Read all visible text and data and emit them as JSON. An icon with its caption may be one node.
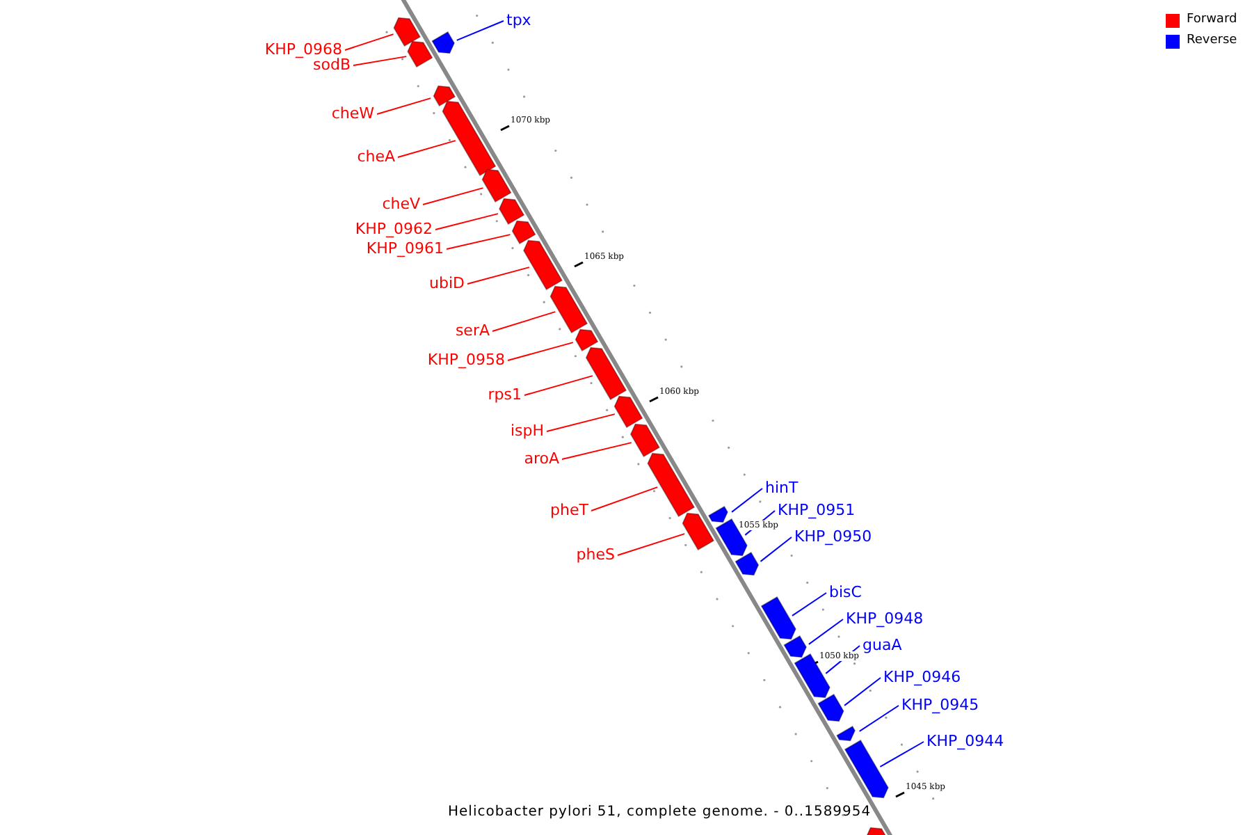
{
  "diagram": {
    "caption": "Helicobacter pylori 51, complete genome. - 0..1589954",
    "nodes": [
      {
        "text": [
          "KHP_0968"
        ]
      },
      {
        "text": [],
        "shape": "bar"
      },
      {
        "text": [
          "sodB"
        ]
      },
      {
        "text": [],
        "shape": "bar"
      },
      {
        "text": [
          "tpx"
        ]
      },
      {
        "text": [],
        "shape": "bar"
      },
      {
        "text": [
          "cheW"
        ]
      },
      {
        "text": [],
        "shape": "bar"
      },
      {
        "text": [
          "cheA"
        ]
      },
      {
        "text": [],
        "shape": "bar"
      },
      {
        "text": [
          "cheV"
        ]
      },
      {
        "text": [],
        "shape": "bar"
      },
      {
        "text": [
          "KHP_0962"
        ]
      },
      {
        "text": [],
        "shape": "bar"
      },
      {
        "text": [
          "KHP_0961"
        ]
      },
      {
        "text": [],
        "shape": "bar"
      },
      {
        "text": [
          "ubiD"
        ]
      },
      {
        "text": [],
        "shape": "bar"
      },
      {
        "text": [
          "serA"
        ]
      },
      {
        "text": [],
        "shape": "bar"
      },
      {
        "text": [
          "KHP_0958"
        ]
      },
      {
        "text": [],
        "shape": "bar"
      },
      {
        "text": [
          "rps1"
        ]
      },
      {
        "text": [],
        "shape": "bar"
      },
      {
        "text": [
          "ispH"
        ]
      },
      {
        "text": [],
        "shape": "bar"
      },
      {
        "text": [
          "aroA"
        ]
      },
      {
        "text": [],
        "shape": "bar"
      },
      {
        "text": [
          "pheT"
        ]
      },
      {
        "text": [],
        "shape": "bar"
      },
      {
        "text": [
          "pheS"
        ]
      },
      {
        "text": [],
        "shape": "bar"
      },
      {
        "text": [
          "hinT"
        ]
      },
      {
        "text": [],
        "shape": "bar"
      },
      {
        "text": [
          "KHP_0951"
        ]
      },
      {
        "text": [],
        "shape": "bar"
      },
      {
        "text": [
          "KHP_0950"
        ]
      },
      {
        "text": [],
        "shape": "bar"
      },
      {
        "text": [
          "bisC"
        ]
      },
      {
        "text": [],
        "shape": "bar"
      },
      {
        "text": [
          "KHP_0948"
        ]
      },
      {
        "text": [],
        "shape": "bar"
      },
      {
        "text": [
          "guaA"
        ]
      },
      {
        "text": [],
        "shape": "bar"
      },
      {
        "text": [
          "KHP_0946"
        ]
      },
      {
        "text": [],
        "shape": "bar"
      },
      {
        "text": [
          "KHP_0945"
        ]
      },
      {
        "text": [],
        "shape": "bar"
      },
      {
        "text": [
          "KHP_0944"
        ]
      },
      {
        "text": [],
        "shape": "bar"
      },
      {
        "text": [],
        "shape": "bar"
      }
    ],
    "edges": [
      {
        "from": 0,
        "to": 1,
        "arrow": "none"
      },
      {
        "from": 2,
        "to": 3,
        "arrow": "none"
      },
      {
        "from": 4,
        "to": 5,
        "arrow": "none",
        "color": "#0000ff"
      },
      {
        "from": 6,
        "to": 7,
        "arrow": "none"
      },
      {
        "from": 8,
        "to": 9,
        "arrow": "none"
      },
      {
        "from": 10,
        "to": 11,
        "arrow": "none"
      },
      {
        "from": 12,
        "to": 13,
        "arrow": "none"
      },
      {
        "from": 14,
        "to": 15,
        "arrow": "none"
      },
      {
        "from": 16,
        "to": 17,
        "arrow": "none"
      },
      {
        "from": 18,
        "to": 19,
        "arrow": "none"
      },
      {
        "from": 20,
        "to": 21,
        "arrow": "none"
      },
      {
        "from": 22,
        "to": 23,
        "arrow": "none"
      },
      {
        "from": 24,
        "to": 25,
        "arrow": "none"
      },
      {
        "from": 26,
        "to": 27,
        "arrow": "none"
      },
      {
        "from": 28,
        "to": 29,
        "arrow": "none"
      },
      {
        "from": 30,
        "to": 31,
        "arrow": "none"
      },
      {
        "from": 32,
        "to": 33,
        "arrow": "none",
        "color": "#0000ff"
      },
      {
        "from": 34,
        "to": 35,
        "arrow": "none",
        "color": "#0000ff"
      },
      {
        "from": 36,
        "to": 37,
        "arrow": "none",
        "color": "#0000ff"
      },
      {
        "from": 38,
        "to": 39,
        "arrow": "none",
        "color": "#0000ff"
      },
      {
        "from": 40,
        "to": 41,
        "arrow": "none",
        "color": "#0000ff"
      },
      {
        "from": 42,
        "to": 43,
        "arrow": "none",
        "color": "#0000ff"
      },
      {
        "from": 44,
        "to": 45,
        "arrow": "none",
        "color": "#0000ff"
      },
      {
        "from": 46,
        "to": 47,
        "arrow": "none",
        "color": "#0000ff"
      },
      {
        "from": 48,
        "to": 49,
        "arrow": "none",
        "color": "#0000ff"
      }
    ],
    "labels": [
      "1070 kbp",
      "1065 kbp",
      "1060 kbp",
      "1055 kbp",
      "1050 kbp",
      "1045 kbp"
    ],
    "legend": [
      {
        "text": "Forward",
        "color": "#ff0000"
      },
      {
        "text": "Reverse",
        "color": "#0000ff"
      }
    ]
  }
}
